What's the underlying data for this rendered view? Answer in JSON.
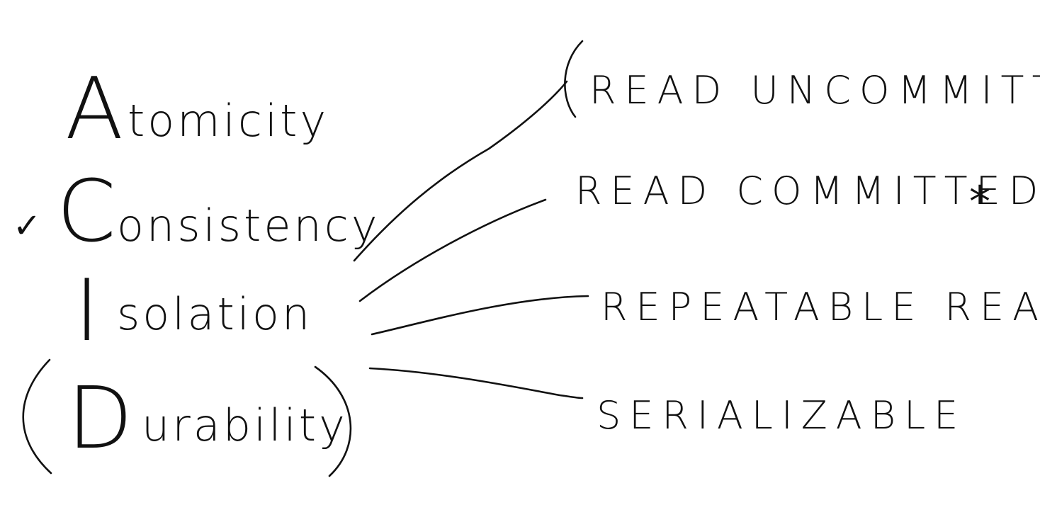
{
  "acid": [
    {
      "initial": "A",
      "rest": "tomicity"
    },
    {
      "initial": "C",
      "rest": "onsistency"
    },
    {
      "initial": "I",
      "rest": "solation"
    },
    {
      "initial": "D",
      "rest": "urability"
    }
  ],
  "isolation_levels": [
    "READ UNCOMMITTED",
    "READ COMMITTED",
    "REPEATABLE READ",
    "SERIALIZABLE"
  ],
  "marks": {
    "check": "✓",
    "star": "*"
  },
  "colors": {
    "ink": "#111111",
    "background": "#ffffff"
  }
}
